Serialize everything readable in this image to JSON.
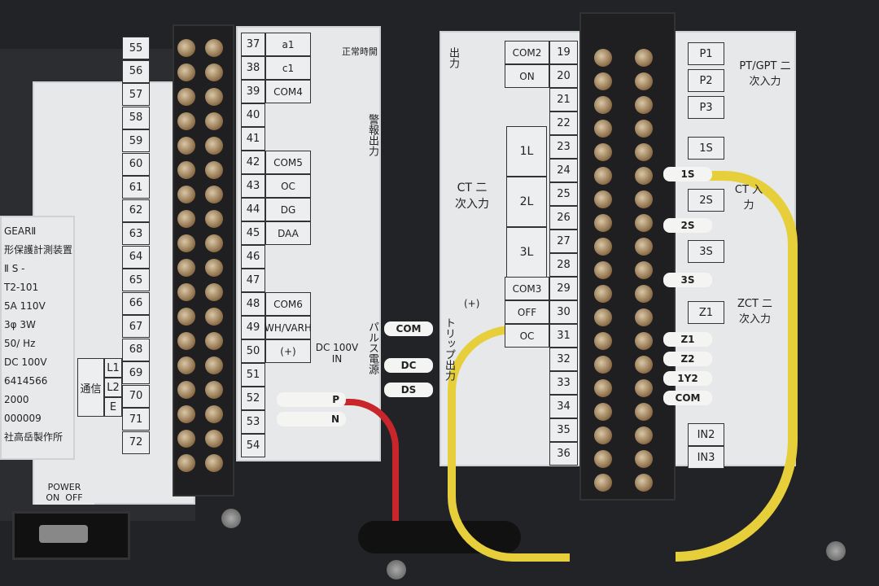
{
  "left_plate": {
    "terminals": [
      "55",
      "56",
      "57",
      "58",
      "59",
      "60",
      "61",
      "62",
      "63",
      "64",
      "65",
      "66",
      "67",
      "68",
      "69",
      "70",
      "71",
      "72"
    ],
    "comm_label": "通信",
    "comm_lines": [
      "L1",
      "L2",
      "E"
    ],
    "nameplate": [
      "GEARⅡ",
      "形保護計測装置",
      "Ⅱ S -",
      "T2-101",
      "5A  110V",
      "3φ  3W",
      "50/  Hz",
      "DC 100V",
      "6414566",
      "2000",
      "000009",
      "社高岳製作所"
    ],
    "power": {
      "label": "POWER",
      "on": "ON",
      "off": "OFF"
    }
  },
  "middle_plate": {
    "rows": [
      [
        "37",
        "a1"
      ],
      [
        "38",
        "c1"
      ],
      [
        "39",
        "COM4"
      ],
      [
        "40",
        ""
      ],
      [
        "41",
        ""
      ],
      [
        "42",
        "COM5"
      ],
      [
        "43",
        "OC"
      ],
      [
        "44",
        "DG"
      ],
      [
        "45",
        "DAA"
      ],
      [
        "46",
        ""
      ],
      [
        "47",
        ""
      ],
      [
        "48",
        "COM6"
      ],
      [
        "49",
        "WH/VARH"
      ],
      [
        "50",
        "(+)"
      ],
      [
        "51",
        ""
      ],
      [
        "52",
        ""
      ],
      [
        "53",
        ""
      ],
      [
        "54",
        ""
      ]
    ],
    "normally_open": "正常時開",
    "alarm_output": "警報出力",
    "pulse_power": "パルス電源",
    "dc_in": "DC 100V IN"
  },
  "right_plate": {
    "output_label": "出力",
    "rows": [
      [
        "COM2",
        "19"
      ],
      [
        "ON",
        "20"
      ],
      [
        "",
        "21"
      ],
      [
        "",
        "22"
      ],
      [
        "",
        "23"
      ],
      [
        "",
        "24"
      ],
      [
        "",
        "25"
      ],
      [
        "",
        "26"
      ],
      [
        "",
        "27"
      ],
      [
        "",
        "28"
      ],
      [
        "COM3",
        "29"
      ],
      [
        "OFF",
        "30"
      ],
      [
        "OC",
        "31"
      ],
      [
        "",
        "32"
      ],
      [
        "",
        "33"
      ],
      [
        "",
        "34"
      ],
      [
        "",
        "35"
      ],
      [
        "",
        "36"
      ]
    ],
    "phases": [
      "1L",
      "2L",
      "3L"
    ],
    "ct_input": "CT 二次入力",
    "trip_output": "トリップ出力",
    "trip_plus": "(+)"
  },
  "far_right_plate": {
    "items": [
      "P1",
      "P2",
      "P3",
      "1S",
      "2S",
      "3S",
      "Z1",
      "IN2",
      "IN3"
    ],
    "pt_gpt": "PT/GPT 二次入力",
    "ct": "CT 入力",
    "zct": "ZCT 二次入力"
  },
  "wire_markers": {
    "left": [
      "P",
      "N"
    ],
    "right": [
      "1S",
      "2S",
      "3S",
      "Z1",
      "Z2",
      "1Y2",
      "COM",
      "COM",
      "DC",
      "DS"
    ]
  }
}
